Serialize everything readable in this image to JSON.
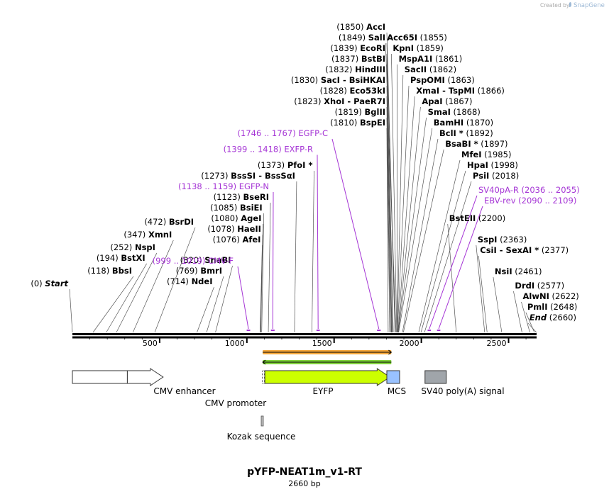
{
  "credit": {
    "prefix": "Created by",
    "brand": "SnapGene"
  },
  "title": "pYFP-NEAT1m_v1-RT",
  "length_label": "2660 bp",
  "total_bp": 2660,
  "ruler_ticks": [
    {
      "pos": 500,
      "label": "500"
    },
    {
      "pos": 1000,
      "label": "1000"
    },
    {
      "pos": 1500,
      "label": "1500"
    },
    {
      "pos": 2000,
      "label": "2000"
    },
    {
      "pos": 2500,
      "label": "2500"
    }
  ],
  "sites": [
    {
      "name": "AccI",
      "pos": "(1850)",
      "bp": 1850,
      "side": "left",
      "row": 0
    },
    {
      "name": "SalI",
      "pos": "(1849)",
      "bp": 1849,
      "side": "left",
      "row": 1
    },
    {
      "name": "EcoRI",
      "pos": "(1839)",
      "bp": 1839,
      "side": "left",
      "row": 2
    },
    {
      "name": "BstBI",
      "pos": "(1837)",
      "bp": 1837,
      "side": "left",
      "row": 3
    },
    {
      "name": "HindIII",
      "pos": "(1832)",
      "bp": 1832,
      "side": "left",
      "row": 4
    },
    {
      "name": "SacI  -  BsiHKAI",
      "pos": "(1830)",
      "bp": 1830,
      "side": "left",
      "row": 5
    },
    {
      "name": "Eco53kI",
      "pos": "(1828)",
      "bp": 1828,
      "side": "left",
      "row": 6
    },
    {
      "name": "XhoI  -  PaeR7I",
      "pos": "(1823)",
      "bp": 1823,
      "side": "left",
      "row": 7
    },
    {
      "name": "BglII",
      "pos": "(1819)",
      "bp": 1819,
      "side": "left",
      "row": 8
    },
    {
      "name": "BspEI",
      "pos": "(1810)",
      "bp": 1810,
      "side": "left",
      "row": 9
    },
    {
      "name": "PfoI *",
      "pos": "(1373)",
      "bp": 1373,
      "side": "left",
      "row": 13
    },
    {
      "name": "BssSI  -  BssSαI",
      "pos": "(1273)",
      "bp": 1273,
      "side": "left",
      "row": 14
    },
    {
      "name": "BseRI",
      "pos": "(1123)",
      "bp": 1123,
      "side": "left",
      "row": 16
    },
    {
      "name": "BsiEI",
      "pos": "(1085)",
      "bp": 1085,
      "side": "left",
      "row": 17
    },
    {
      "name": "AgeI",
      "pos": "(1080)",
      "bp": 1080,
      "side": "left",
      "row": 18
    },
    {
      "name": "HaeII",
      "pos": "(1078)",
      "bp": 1078,
      "side": "left",
      "row": 19
    },
    {
      "name": "AfeI",
      "pos": "(1076)",
      "bp": 1076,
      "side": "left",
      "row": 20
    },
    {
      "name": "BsrDI",
      "pos": "(472)",
      "bp": 472,
      "side": "left",
      "row": 18.33
    },
    {
      "name": "XmnI",
      "pos": "(347)",
      "bp": 347,
      "side": "left",
      "row": 19.53
    },
    {
      "name": "NspI",
      "pos": "(252)",
      "bp": 252,
      "side": "left",
      "row": 20.73
    },
    {
      "name": "BstXI",
      "pos": "(194)",
      "bp": 194,
      "side": "left",
      "row": 21.73
    },
    {
      "name": "BbsI",
      "pos": "(118)",
      "bp": 118,
      "side": "left",
      "row": 22.93
    },
    {
      "name": "Start",
      "pos": "(0)",
      "bp": 0,
      "side": "left",
      "row": 24.13,
      "italic": true
    },
    {
      "name": "SnaBI",
      "pos": "(820)",
      "bp": 820,
      "side": "left",
      "row": 21.93
    },
    {
      "name": "BmrI",
      "pos": "(769)",
      "bp": 769,
      "side": "left",
      "row": 22.93
    },
    {
      "name": "NdeI",
      "pos": "(714)",
      "bp": 714,
      "side": "left",
      "row": 23.93
    },
    {
      "name": "Acc65I",
      "pos": "(1855)",
      "bp": 1855,
      "side": "right",
      "row": 1
    },
    {
      "name": "KpnI",
      "pos": "(1859)",
      "bp": 1859,
      "side": "right",
      "row": 2
    },
    {
      "name": "MspA1I",
      "pos": "(1861)",
      "bp": 1861,
      "side": "right",
      "row": 3
    },
    {
      "name": "SacII",
      "pos": "(1862)",
      "bp": 1862,
      "side": "right",
      "row": 4
    },
    {
      "name": "PspOMI",
      "pos": "(1863)",
      "bp": 1863,
      "side": "right",
      "row": 5
    },
    {
      "name": "XmaI  -  TspMI",
      "pos": "(1866)",
      "bp": 1866,
      "side": "right",
      "row": 6
    },
    {
      "name": "ApaI",
      "pos": "(1867)",
      "bp": 1867,
      "side": "right",
      "row": 7
    },
    {
      "name": "SmaI",
      "pos": "(1868)",
      "bp": 1868,
      "side": "right",
      "row": 8
    },
    {
      "name": "BamHI",
      "pos": "(1870)",
      "bp": 1870,
      "side": "right",
      "row": 9
    },
    {
      "name": "BclI *",
      "pos": "(1892)",
      "bp": 1892,
      "side": "right",
      "row": 10
    },
    {
      "name": "BsaBI *",
      "pos": "(1897)",
      "bp": 1897,
      "side": "right",
      "row": 11
    },
    {
      "name": "MfeI",
      "pos": "(1985)",
      "bp": 1985,
      "side": "right",
      "row": 12
    },
    {
      "name": "HpaI",
      "pos": "(1998)",
      "bp": 1998,
      "side": "right",
      "row": 13
    },
    {
      "name": "PsiI",
      "pos": "(2018)",
      "bp": 2018,
      "side": "right",
      "row": 14
    },
    {
      "name": "BstEII",
      "pos": "(2200)",
      "bp": 2200,
      "side": "right",
      "row": 18
    },
    {
      "name": "SspI",
      "pos": "(2363)",
      "bp": 2363,
      "side": "right",
      "row": 20
    },
    {
      "name": "CsiI  -  SexAI *",
      "pos": "(2377)",
      "bp": 2377,
      "side": "right",
      "row": 21
    },
    {
      "name": "NsiI",
      "pos": "(2461)",
      "bp": 2461,
      "side": "right",
      "row": 23
    },
    {
      "name": "DrdI",
      "pos": "(2577)",
      "bp": 2577,
      "side": "right",
      "row": 24.33
    },
    {
      "name": "AlwNI",
      "pos": "(2622)",
      "bp": 2622,
      "side": "right",
      "row": 25.33
    },
    {
      "name": "PmlI",
      "pos": "(2648)",
      "bp": 2648,
      "side": "right",
      "row": 26.33
    },
    {
      "name": "End",
      "pos": "(2660)",
      "bp": 2660,
      "side": "right",
      "row": 27.33,
      "italic": true
    }
  ],
  "primers": [
    {
      "name": "EGFP-C",
      "range": "(1746 .. 1767)",
      "start": 1746,
      "end": 1767,
      "side": "left",
      "row": 10
    },
    {
      "name": "EXFP-R",
      "range": "(1399 .. 1418)",
      "start": 1399,
      "end": 1418,
      "side": "left",
      "row": 11.5
    },
    {
      "name": "EGFP-N",
      "range": "(1138 .. 1159)",
      "start": 1138,
      "end": 1159,
      "side": "left",
      "row": 15
    },
    {
      "name": "CMV-F",
      "range": "(999 .. 1019)",
      "start": 999,
      "end": 1019,
      "side": "left",
      "row": 22
    },
    {
      "name": "SV40pA-R",
      "range": "(2036 .. 2055)",
      "start": 2036,
      "end": 2055,
      "side": "right",
      "row": 15.33
    },
    {
      "name": "EBV-rev",
      "range": "(2090 .. 2109)",
      "start": 2090,
      "end": 2109,
      "side": "right",
      "row": 16.33
    }
  ],
  "features": [
    {
      "name": "CMV enhancer",
      "start": 0,
      "end": 315,
      "color": "#ffffff",
      "shape": "box",
      "label_pos": "left"
    },
    {
      "name": "CMV promoter",
      "start": 315,
      "end": 520,
      "color": "#ffffff",
      "shape": "arrow",
      "label_pos": "below"
    },
    {
      "name": "Kozak sequence",
      "start": 1093,
      "end": 1103,
      "color": "#bbbbbb",
      "shape": "box",
      "label_pos": "far"
    },
    {
      "name": "EYFP",
      "start": 1103,
      "end": 1820,
      "color": "#ccff00",
      "shape": "arrow",
      "label_pos": "center"
    },
    {
      "name": "MCS",
      "start": 1820,
      "end": 1900,
      "color": "#99c2ff",
      "shape": "box",
      "label_pos": "center"
    },
    {
      "name": "SV40 poly(A) signal",
      "start": 2021,
      "end": 2143,
      "color": "#a0a5aa",
      "shape": "box",
      "label_pos": "left"
    }
  ],
  "orf_tracks": [
    {
      "start": 1103,
      "end": 1820,
      "direction": "forward",
      "color": "#f4a63b"
    },
    {
      "start": 1103,
      "end": 1820,
      "direction": "reverse",
      "color": "#7fd13b"
    }
  ]
}
